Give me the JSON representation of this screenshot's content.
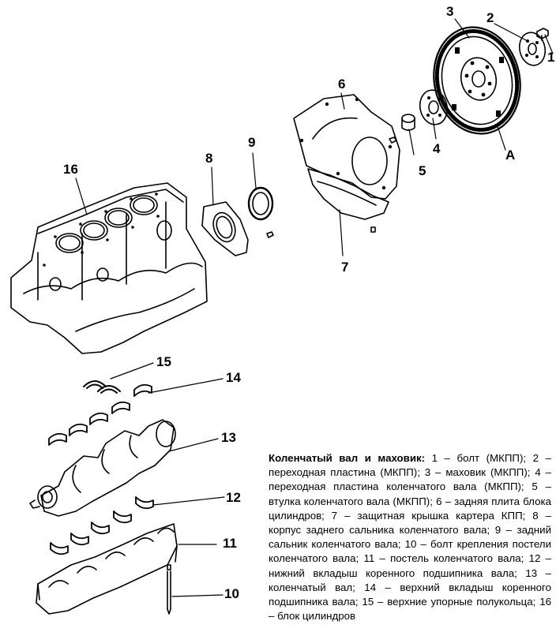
{
  "callouts": {
    "c1": "1",
    "c2": "2",
    "c3": "3",
    "c4": "4",
    "c5": "5",
    "c6": "6",
    "c7": "7",
    "c8": "8",
    "c9": "9",
    "c10": "10",
    "c11": "11",
    "c12": "12",
    "c13": "13",
    "c14": "14",
    "c15": "15",
    "c16": "16",
    "cA": "A"
  },
  "caption": {
    "title": "Коленчатый вал и маховик:",
    "body": " 1 – болт (МКПП); 2 – переходная пластина (МКПП); 3 – маховик (МКПП); 4 – переходная пластина коленчатого вала (МКПП); 5 – втулка коленчатого вала (МКПП); 6 – задняя плита блока цилиндров; 7 – защитная крышка картера КПП; 8 – корпус заднего сальника коленчатого вала; 9 – задний сальник коленчатого вала; 10 – болт крепления постели коленчатого вала; 11 – постель коленчатого вала; 12 – нижний вкладыш коренного подшипника вала; 13 – коленчатый вал; 14 – верхний вкладыш коренного подшипника вала; 15 – верхние упорные полукольца; 16 – блок цилиндров"
  }
}
